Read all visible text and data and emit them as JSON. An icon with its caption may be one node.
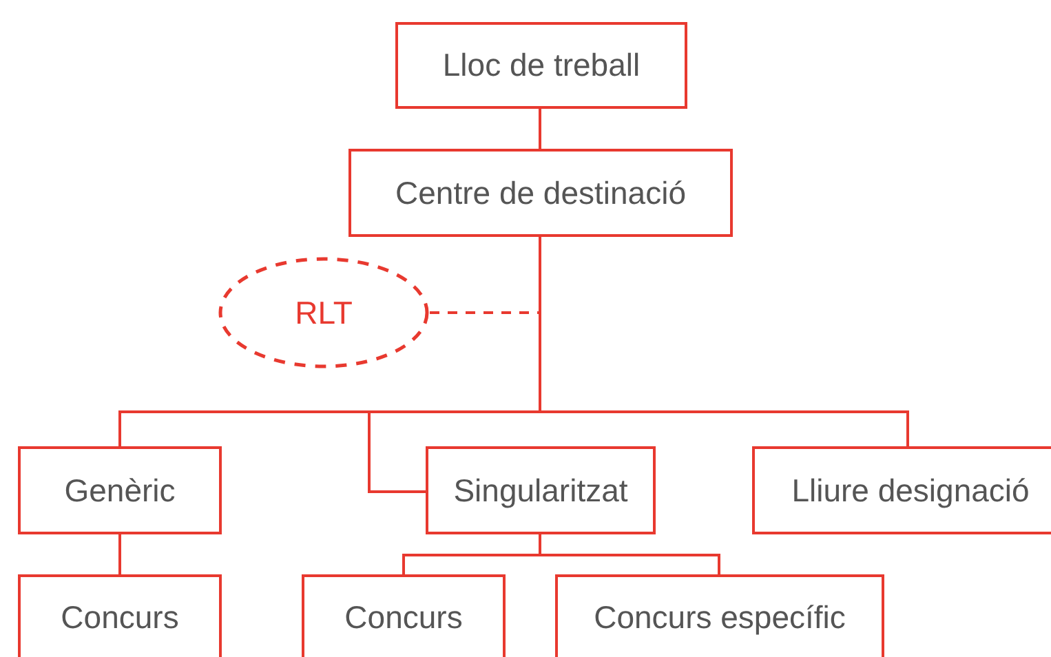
{
  "diagram": {
    "nodes": [
      {
        "text": [
          "Lloc de treball"
        ]
      },
      {
        "text": [
          "Centre de destinació"
        ]
      },
      {
        "text": [
          "RLT"
        ]
      },
      {
        "text": [
          "Genèric"
        ]
      },
      {
        "text": [
          "Singularitzat"
        ]
      },
      {
        "text": [
          "Lliure designació"
        ]
      },
      {
        "text": [
          "Concurs"
        ]
      },
      {
        "text": [
          "Concurs"
        ]
      },
      {
        "text": [
          "Concurs específic"
        ]
      }
    ],
    "edges": [
      {
        "from": 0,
        "to": 1,
        "arrow": "none"
      },
      {
        "from": 2,
        "to": 1,
        "arrow": "none",
        "style": "dashed"
      },
      {
        "from": 1,
        "to": 3,
        "arrow": "none"
      },
      {
        "from": 1,
        "to": 4,
        "arrow": "none"
      },
      {
        "from": 1,
        "to": 5,
        "arrow": "none"
      },
      {
        "from": 3,
        "to": 6,
        "arrow": "none"
      },
      {
        "from": 4,
        "to": 7,
        "arrow": "none"
      },
      {
        "from": 4,
        "to": 8,
        "arrow": "none"
      }
    ]
  }
}
